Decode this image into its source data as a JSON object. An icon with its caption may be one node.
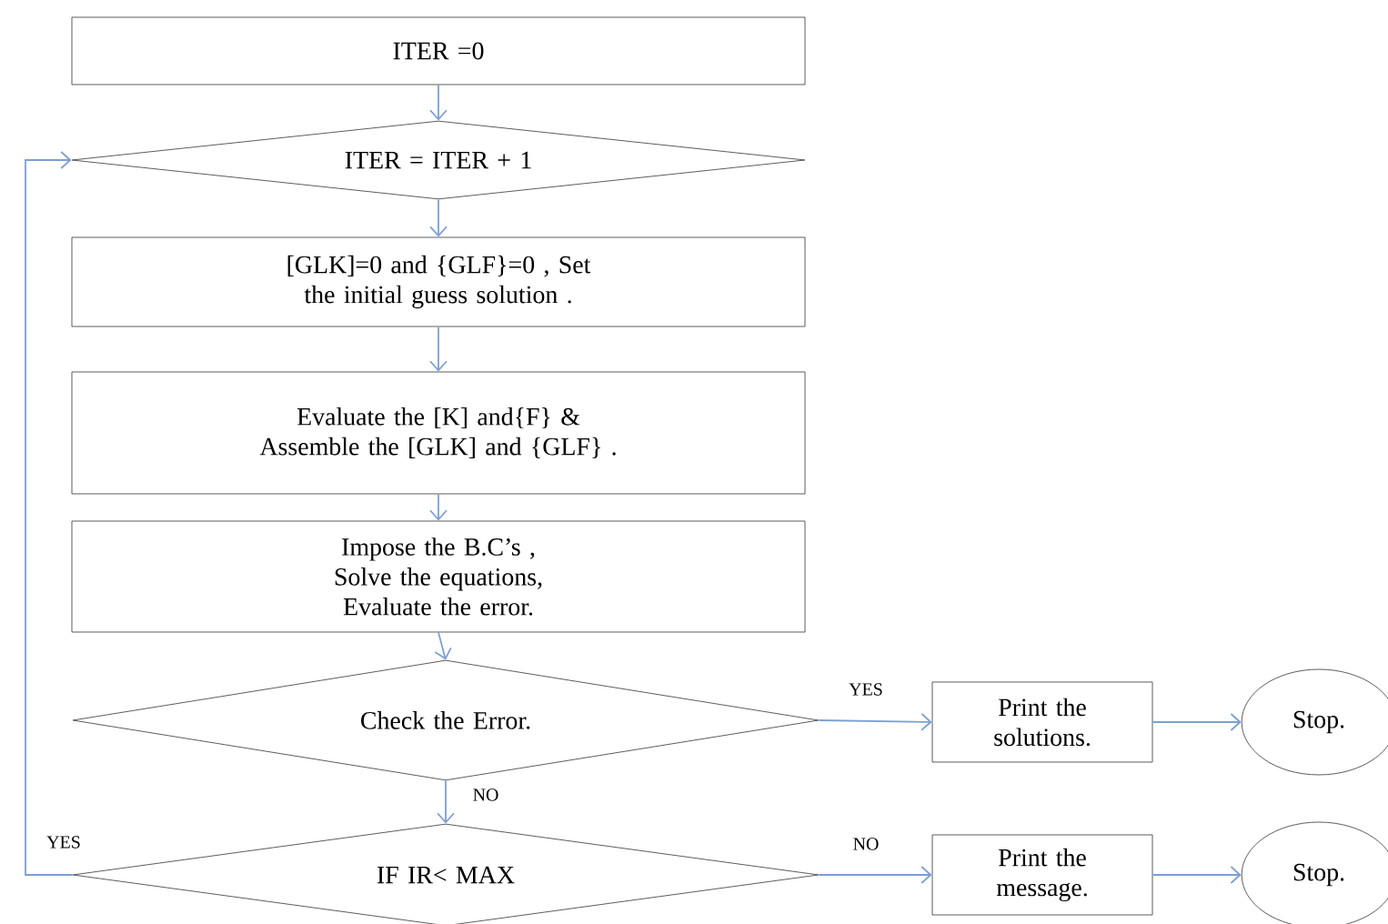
{
  "diagram": {
    "nodes": [
      {
        "text": [
          "ITER =0"
        ]
      },
      {
        "text": [
          "ITER = ITER + 1"
        ]
      },
      {
        "text": [
          "[GLK]=0 and {GLF}=0 , Set the initial guess solution ."
        ]
      },
      {
        "text": [
          "Evaluate the [K] and{F} & Assemble the [GLK] and {GLF} ."
        ]
      },
      {
        "text": [
          "Impose the B.C’s , Solve the equations, Evaluate the error."
        ]
      },
      {
        "text": [
          "Check the Error."
        ]
      },
      {
        "text": [
          "IF IR< MAX"
        ]
      },
      {
        "text": [
          "Print the solutions."
        ]
      },
      {
        "text": [
          "Stop."
        ]
      },
      {
        "text": [
          "Print the message."
        ]
      },
      {
        "text": [
          "Stop."
        ]
      }
    ],
    "edges": [
      {
        "from": 0,
        "to": 1,
        "arrow": "to"
      },
      {
        "from": 1,
        "to": 2,
        "arrow": "to"
      },
      {
        "from": 2,
        "to": 3,
        "arrow": "to"
      },
      {
        "from": 3,
        "to": 4,
        "arrow": "to"
      },
      {
        "from": 4,
        "to": 5,
        "arrow": "to"
      },
      {
        "from": 5,
        "to": 6,
        "arrow": "to",
        "label": "NO"
      },
      {
        "from": 5,
        "to": 7,
        "arrow": "to",
        "label": "YES"
      },
      {
        "from": 7,
        "to": 8,
        "arrow": "to"
      },
      {
        "from": 6,
        "to": 9,
        "arrow": "to",
        "label": "NO"
      },
      {
        "from": 9,
        "to": 10,
        "arrow": "to"
      },
      {
        "from": 6,
        "to": 1,
        "arrow": "to",
        "label": "YES"
      }
    ]
  }
}
